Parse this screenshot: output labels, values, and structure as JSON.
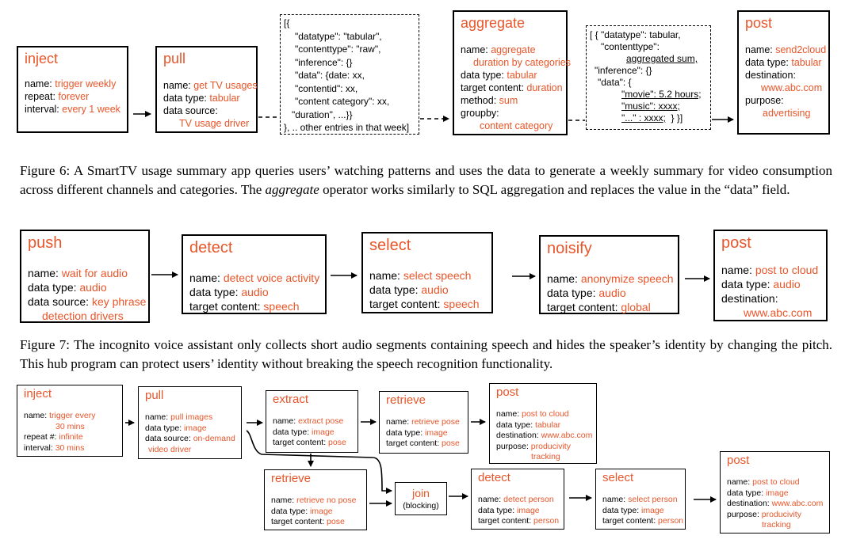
{
  "fig6": {
    "inject": {
      "title": "inject",
      "name_k": "name: ",
      "name_v": "trigger weekly",
      "repeat_k": "repeat: ",
      "repeat_v": "forever",
      "interval_k": "interval: ",
      "interval_v": "every 1 week"
    },
    "pull": {
      "title": "pull",
      "name_k": "name: ",
      "name_v": "get TV usages",
      "type_k": "data type: ",
      "type_v": "tabular",
      "source_k": "data source:",
      "source_v": "TV usage driver"
    },
    "json1": [
      "[{",
      "\"datatype\": \"tabular\",",
      "\"contenttype\": \"raw\",",
      "\"inference\": {}",
      "\"data\": {date: xx,",
      "\"contentid\": xx,",
      "\"content category\": xx,",
      "\"duration\", ...}}",
      "}, .. other entries in that week]"
    ],
    "aggregate": {
      "title": "aggregate",
      "name_k": "name: ",
      "name_v1": "aggregate",
      "name_v2": "duration by categories",
      "type_k": "data type: ",
      "type_v": "tabular",
      "target_k": "target content: ",
      "target_v": "duration",
      "method_k": "method: ",
      "method_v": "sum",
      "groupby_k": "groupby:",
      "groupby_v": "content category"
    },
    "json2": [
      "[ { \"datatype\": tabular,",
      "\"contenttype\":",
      "aggregated sum,",
      "\"inference\": {}",
      "\"data\": {",
      "\"movie\": 5.2 hours;",
      "\"music\": xxxx;",
      "\"...\" : xxxx;",
      "} }]"
    ],
    "post": {
      "title": "post",
      "name_k": "name: ",
      "name_v": "send2cloud",
      "type_k": "data type: ",
      "type_v": "tabular",
      "dest_k": "destination:",
      "dest_v": "www.abc.com",
      "purpose_k": "purpose:",
      "purpose_v": "advertising"
    },
    "caption_a": "Figure 6: A SmartTV usage summary app queries users’ watching patterns and uses the data to generate a weekly summary for video consumption across different channels and categories. The ",
    "caption_em": "aggregate",
    "caption_b": " operator works similarly to SQL aggregation and replaces the value in the “data” field."
  },
  "fig7": {
    "push": {
      "title": "push",
      "name_k": "name: ",
      "name_v": "wait for audio",
      "type_k": "data type: ",
      "type_v": "audio",
      "source_k": "data source: ",
      "source_v1": "key phrase",
      "source_v2": "detection drivers"
    },
    "detect": {
      "title": "detect",
      "name_k": "name: ",
      "name_v": "detect voice activity",
      "type_k": "data type: ",
      "type_v": "audio",
      "target_k": "target content: ",
      "target_v": "speech"
    },
    "select": {
      "title": "select",
      "name_k": "name: ",
      "name_v": "select speech",
      "type_k": "data type: ",
      "type_v": "audio",
      "target_k": "target content: ",
      "target_v": "speech"
    },
    "noisify": {
      "title": "noisify",
      "name_k": "name: ",
      "name_v": "anonymize speech",
      "type_k": "data type: ",
      "type_v": "audio",
      "target_k": "target content: ",
      "target_v": "global"
    },
    "post": {
      "title": "post",
      "name_k": "name: ",
      "name_v": "post to cloud",
      "type_k": "data type: ",
      "type_v": "audio",
      "dest_k": "destination:",
      "dest_v": "www.abc.com"
    },
    "caption": "Figure 7: The incognito voice assistant only collects short audio segments containing speech and hides the speaker’s identity by changing the pitch. This hub program can protect users’ identity without breaking the speech recognition functionality."
  },
  "fig8": {
    "inject": {
      "title": "inject",
      "name_k": "name: ",
      "name_v1": "trigger every",
      "name_v2": "30 mins",
      "repeat_k": "repeat #: ",
      "repeat_v": "infinite",
      "interval_k": "interval: ",
      "interval_v": "30 mins"
    },
    "pull": {
      "title": "pull",
      "name_k": "name: ",
      "name_v": "pull images",
      "type_k": "data type: ",
      "type_v": "image",
      "source_k": "data source: ",
      "source_v1": "on-demand",
      "source_v2": "video driver"
    },
    "extract": {
      "title": "extract",
      "name_k": "name: ",
      "name_v": "extract pose",
      "type_k": "data type: ",
      "type_v": "image",
      "target_k": "target content: ",
      "target_v": "pose"
    },
    "retrieve1": {
      "title": "retrieve",
      "name_k": "name: ",
      "name_v": "retrieve pose",
      "type_k": "data type: ",
      "type_v": "image",
      "target_k": "target content: ",
      "target_v": "pose"
    },
    "post1": {
      "title": "post",
      "name_k": "name: ",
      "name_v": "post to cloud",
      "type_k": "data type: ",
      "type_v": "tabular",
      "dest_k": "destination: ",
      "dest_v": "www.abc.com",
      "purpose_k": "purpose: ",
      "purpose_v1": "producivity",
      "purpose_v2": "tracking"
    },
    "retrieve2": {
      "title": "retrieve",
      "name_k": "name: ",
      "name_v": "retrieve no pose",
      "type_k": "data type: ",
      "type_v": "image",
      "target_k": "target content: ",
      "target_v": "pose"
    },
    "join": {
      "title": "join",
      "sub": "(blocking)"
    },
    "detect": {
      "title": "detect",
      "name_k": "name: ",
      "name_v": "detect person",
      "type_k": "data type: ",
      "type_v": "image",
      "target_k": "target content: ",
      "target_v": "person"
    },
    "select": {
      "title": "select",
      "name_k": "name: ",
      "name_v": "select person",
      "type_k": "data type: ",
      "type_v": "image",
      "target_k": "target content: ",
      "target_v": "person"
    },
    "post2": {
      "title": "post",
      "name_k": "name: ",
      "name_v": "post to cloud",
      "type_k": "data type: ",
      "type_v": "image",
      "dest_k": "destination: ",
      "dest_v": "www.abc.com",
      "purpose_k": "purpose: ",
      "purpose_v1": "producivity",
      "purpose_v2": "tracking"
    }
  }
}
